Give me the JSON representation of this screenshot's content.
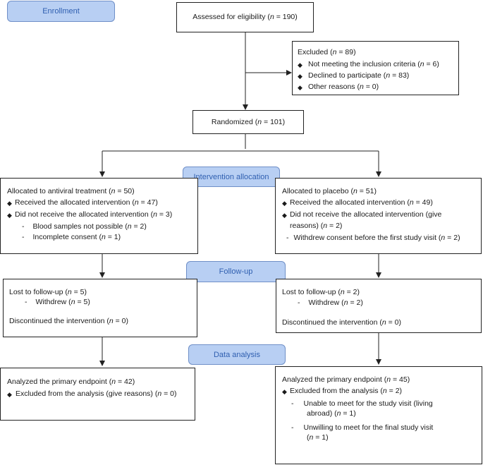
{
  "stages": {
    "enrollment": "Enrollment",
    "allocation": "Intervention allocation",
    "followup": "Follow-up",
    "analysis": "Data analysis"
  },
  "assessed": {
    "pre": "Assessed for eligibility (",
    "n": "n",
    "post": " = 190)"
  },
  "excluded": {
    "title": {
      "pre": "Excluded  (",
      "n": "n",
      "post": " = 89)"
    },
    "items": [
      {
        "pre": "Not meeting the inclusion criteria (",
        "n": "n",
        "post": " = 6)"
      },
      {
        "pre": "Declined to participate (",
        "n": "n",
        "post": " = 83)"
      },
      {
        "pre": "Other reasons (",
        "n": "n",
        "post": " = 0)"
      }
    ]
  },
  "randomized": {
    "pre": "Randomized (",
    "n": "n",
    "post": " = 101)"
  },
  "left": {
    "allocated": {
      "pre": "Allocated to antiviral treatment (",
      "n": "n",
      "post": " = 50)"
    },
    "received": {
      "pre": "Received the allocated intervention (",
      "n": "n",
      "post": " = 47)"
    },
    "not_received": {
      "pre": "Did not receive the allocated intervention (",
      "n": "n",
      "post": " = 3)"
    },
    "reasons": [
      {
        "dash": "-",
        "pre": "Blood samples not possible (",
        "n": "n",
        "post": " = 2)"
      },
      {
        "dash": "-",
        "pre": "Incomplete consent (",
        "n": "n",
        "post": " = 1)"
      }
    ],
    "lost": {
      "pre": "Lost to follow-up (",
      "n": "n",
      "post": " = 5)"
    },
    "withdrew": {
      "dash": "-",
      "pre": "Withdrew (",
      "n": "n",
      "post": " = 5)"
    },
    "discontinued": {
      "pre": "Discontinued the intervention (",
      "n": "n",
      "post": " = 0)"
    },
    "analyzed": {
      "pre": "Analyzed the primary endpoint (",
      "n": "n",
      "post": " = 42)"
    },
    "excluded_analysis": {
      "pre": "Excluded from the analysis (give reasons) (",
      "n": "n",
      "post": " = 0)"
    }
  },
  "right": {
    "allocated": {
      "pre": "Allocated to placebo (",
      "n": "n",
      "post": " = 51)"
    },
    "received": {
      "pre": "Received the allocated intervention (",
      "n": "n",
      "post": " = 49)"
    },
    "not_received_1": "Did not receive the allocated intervention (give",
    "not_received_2": {
      "pre": "reasons) (",
      "n": "n",
      "post": " = 2)"
    },
    "reasons": [
      {
        "dash": "-",
        "pre": "Withdrew consent before the first study visit (",
        "n": "n",
        "post": " = 2)"
      }
    ],
    "lost": {
      "pre": "Lost to follow-up (",
      "n": "n",
      "post": " = 2)"
    },
    "withdrew": {
      "dash": "-",
      "pre": "Withdrew (",
      "n": "n",
      "post": " = 2)"
    },
    "discontinued": {
      "pre": "Discontinued the intervention (",
      "n": "n",
      "post": " = 0)"
    },
    "analyzed": {
      "pre": "Analyzed the primary endpoint (",
      "n": "n",
      "post": " = 45)"
    },
    "excluded_analysis": {
      "pre": "Excluded from the analysis (",
      "n": "n",
      "post": " = 2)"
    },
    "excl_reasons": [
      {
        "dash": "-",
        "line1": "Unable to meet for the study visit (living",
        "line2_pre": "abroad) (",
        "n": "n",
        "line2_post": " = 1)"
      },
      {
        "dash": "-",
        "line1": "Unwilling to meet for the final study visit",
        "line2_pre": "(",
        "n": "n",
        "line2_post": " = 1)"
      }
    ]
  },
  "bullet": "◆",
  "colors": {
    "stage_fill": "#b8cff3",
    "stage_text": "#2f5fb0",
    "border": "#222222"
  }
}
